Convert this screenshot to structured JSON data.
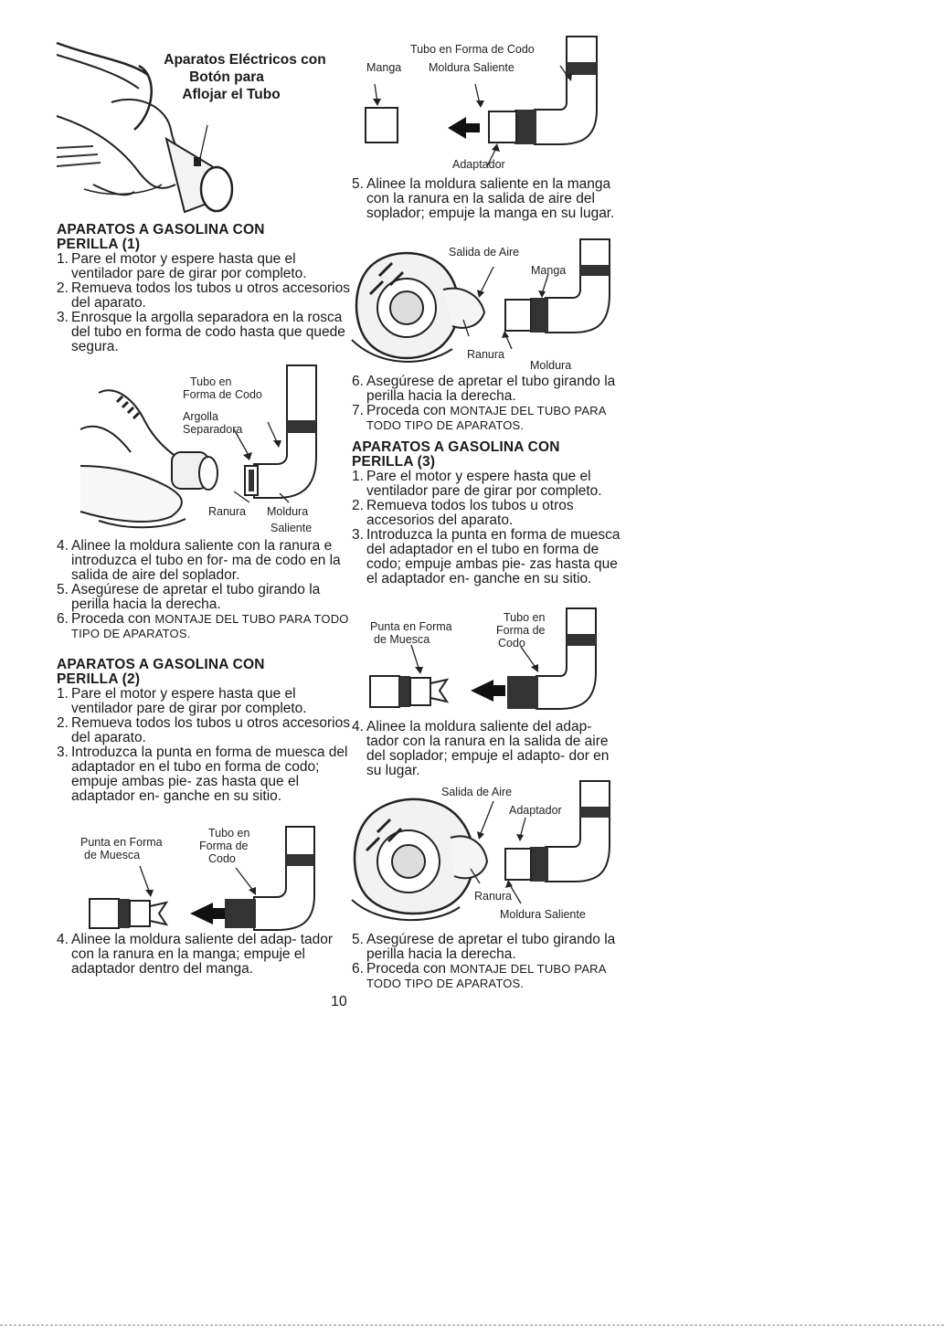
{
  "fig_electric": {
    "title": "Aparatos Eléctricos con Botón para Aflojar el Tubo",
    "line1": "Aparatos Eléctricos con",
    "line2": "Botón para",
    "line3": "Aflojar el Tubo"
  },
  "section1": {
    "title_line1": "APARATOS A GASOLINA CON",
    "title_line2": "PERILLA (1)",
    "steps_a": [
      {
        "num": "1.",
        "text": "Pare el motor y espere hasta que el ventilador pare de girar por completo."
      },
      {
        "num": "2.",
        "text": "Remueva todos los tubos u otros accesorios del aparato."
      },
      {
        "num": "3.",
        "text": "Enrosque la argolla separadora en la rosca del tubo en forma de codo hasta que quede segura."
      }
    ],
    "fig_labels": {
      "tubo_en": "Tubo en",
      "forma_de_codo": "Forma de Codo",
      "argolla": "Argolla",
      "separadora": "Separadora",
      "ranura": "Ranura",
      "moldura": "Moldura",
      "saliente": "Saliente"
    },
    "steps_b": [
      {
        "num": "4.",
        "text": "Alinee la moldura saliente con la ranura e introduzca el tubo en for- ma de codo en la salida de aire del soplador."
      },
      {
        "num": "5.",
        "text": "Asegúrese de apretar el tubo girando la perilla hacia la derecha."
      },
      {
        "num": "6.",
        "text_pre": "Proceda con",
        "text_sc": "MONTAJE DEL TUBO PARA TODO TIPO DE APARATOS."
      }
    ]
  },
  "section2": {
    "title_line1": "APARATOS A GASOLINA CON",
    "title_line2": "PERILLA (2)",
    "steps_a": [
      {
        "num": "1.",
        "text": "Pare el motor y espere hasta que el ventilador pare de girar por completo."
      },
      {
        "num": "2.",
        "text": "Remueva todos los tubos u otros accesorios del aparato."
      },
      {
        "num": "3.",
        "text": "Introduzca la punta en forma de muesca del adaptador en el tubo en forma de codo; empuje ambas pie- zas hasta que el adaptador en- ganche en su sitio."
      }
    ],
    "fig_labels": {
      "punta_en_forma": "Punta en Forma",
      "de_muesca": "de Muesca",
      "tubo_en": "Tubo en",
      "forma_de": "Forma de",
      "codo": "Codo"
    },
    "steps_b": [
      {
        "num": "4.",
        "text": "Alinee la moldura saliente del adap- tador con la ranura en la manga; empuje el adaptador dentro del manga."
      }
    ]
  },
  "right_top": {
    "fig_labels": {
      "tubo_codo": "Tubo en Forma de Codo",
      "manga": "Manga",
      "moldura_saliente": "Moldura Saliente",
      "adaptador": "Adaptador"
    },
    "step5": {
      "num": "5.",
      "text": "Alinee la moldura saliente en la manga con la ranura en la salida de aire del soplador; empuje la manga en su lugar."
    },
    "fig2_labels": {
      "salida_aire": "Salida de Aire",
      "manga": "Manga",
      "ranura": "Ranura",
      "moldura": "Moldura"
    },
    "step6": {
      "num": "6.",
      "text": "Asegúrese de apretar el tubo girando la perilla hacia la derecha."
    },
    "step7": {
      "num": "7.",
      "text_pre": "Proceda con",
      "text_sc": "MONTAJE DEL TUBO PARA TODO TIPO DE APARATOS."
    }
  },
  "section3": {
    "title_line1": "APARATOS A GASOLINA CON",
    "title_line2": "PERILLA (3)",
    "steps_a": [
      {
        "num": "1.",
        "text": "Pare el motor y espere hasta que el ventilador pare de girar por completo."
      },
      {
        "num": "2.",
        "text": "Remueva todos los tubos u otros accesorios del aparato."
      },
      {
        "num": "3.",
        "text": "Introduzca la punta en forma de muesca del adaptador en el tubo en forma de codo; empuje ambas pie- zas hasta que el adaptador en- ganche en su sitio."
      }
    ],
    "fig_labels": {
      "punta_en_forma": "Punta en Forma",
      "de_muesca": "de Muesca",
      "tubo_en": "Tubo en",
      "forma_de": "Forma de",
      "codo": "Codo"
    },
    "step4": {
      "num": "4.",
      "text": "Alinee la moldura saliente del adap- tador con la ranura en la salida de aire del soplador; empuje el adapto- dor en su lugar."
    },
    "fig2_labels": {
      "salida_aire": "Salida de Aire",
      "adaptador": "Adaptador",
      "ranura": "Ranura",
      "moldura_saliente": "Moldura Saliente"
    },
    "step5": {
      "num": "5.",
      "text": "Asegúrese de apretar el tubo girando la perilla hacia la derecha."
    },
    "step6": {
      "num": "6.",
      "text_pre": "Proceda con",
      "text_sc": "MONTAJE DEL TUBO PARA TODO TIPO DE APARATOS."
    }
  },
  "page_number": "10"
}
